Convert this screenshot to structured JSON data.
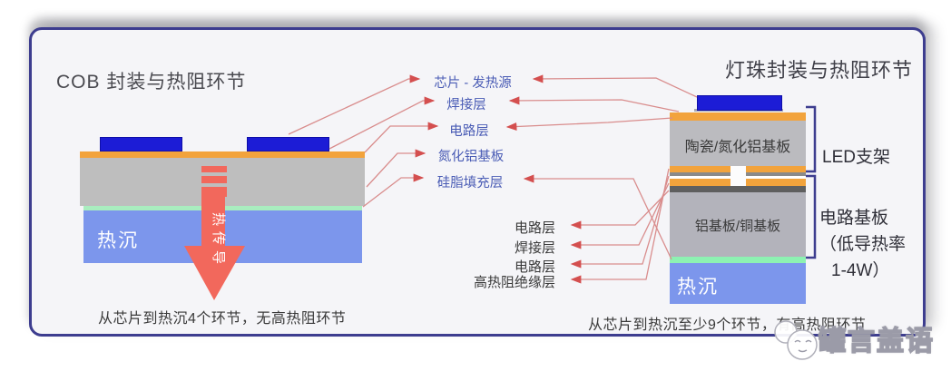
{
  "left": {
    "title": "COB 封装与热阻环节",
    "heatsink": "热沉",
    "arrow_text": "热传导",
    "caption": "从芯片到热沉4个环节，无高热阻环节"
  },
  "shared_labels": [
    "芯片 - 发热源",
    "焊接层",
    "电路层",
    "氮化铝基板",
    "硅脂填充层"
  ],
  "right": {
    "title": "灯珠封装与热阻环节",
    "ceramic": "陶瓷/氮化铝基板",
    "metal": "铝基板/铜基板",
    "heatsink": "热沉",
    "layer_labels": [
      "电路层",
      "焊接层",
      "电路层",
      "高热阻绝缘层"
    ],
    "bracket_top": "LED支架",
    "bracket_bottom": [
      "电路基板",
      "（低导热率",
      "1-4W）"
    ],
    "caption": "从芯片到热沉至少9个环节，有高热阻环节"
  },
  "watermark": "罐言盖语",
  "colors": {
    "frame": "#3d3d8f",
    "chip_blue": "#1c1cd6",
    "solder_orange": "#f2a33c",
    "substrate_gray": "#bebebe",
    "grease_green": "#a9edbf",
    "heatsink_blue": "#7c96ec",
    "heat_arrow_red": "#f2685c",
    "leader_line": "#d98d8d",
    "arrowhead": "#d44f4f",
    "label_blue": "#4a5cb5"
  }
}
